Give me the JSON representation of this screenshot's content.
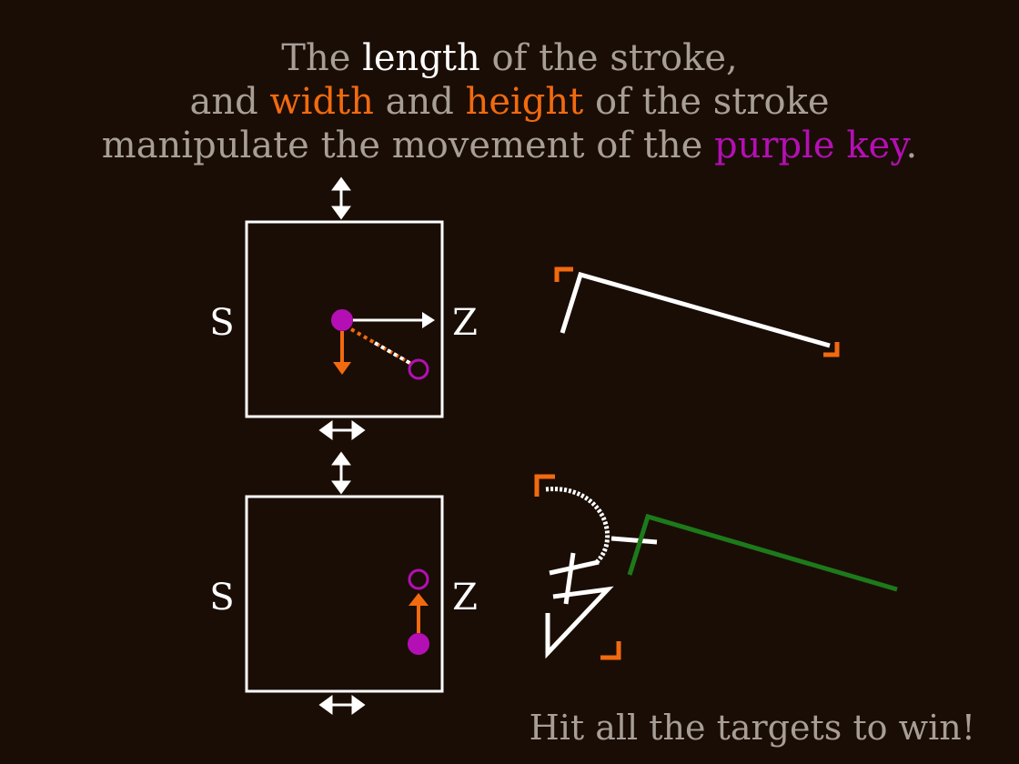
{
  "instructions": {
    "line1": {
      "a": "The ",
      "b": "length",
      "c": " of the stroke,"
    },
    "line2": {
      "a": "and ",
      "b": "width",
      "c": " and ",
      "d": "height",
      "e": " of the stroke"
    },
    "line3": {
      "a": "manipulate the movement of the ",
      "b": "purple key",
      "c": "."
    }
  },
  "footer": "Hit all the targets to win!",
  "colors": {
    "background": "#1a0d06",
    "text": "#a89e98",
    "highlight": "#ffffff",
    "accent_orange": "#f26a0f",
    "accent_purple": "#b40fb4",
    "stroke_green": "#1d7a1a"
  },
  "panels": [
    {
      "left_glyph": "S",
      "right_glyph": "Z",
      "icons": [
        "vertical-resize-icon",
        "horizontal-resize-icon"
      ]
    },
    {
      "left_glyph": "S",
      "right_glyph": "Z",
      "icons": [
        "vertical-resize-icon",
        "horizontal-resize-icon"
      ]
    }
  ]
}
